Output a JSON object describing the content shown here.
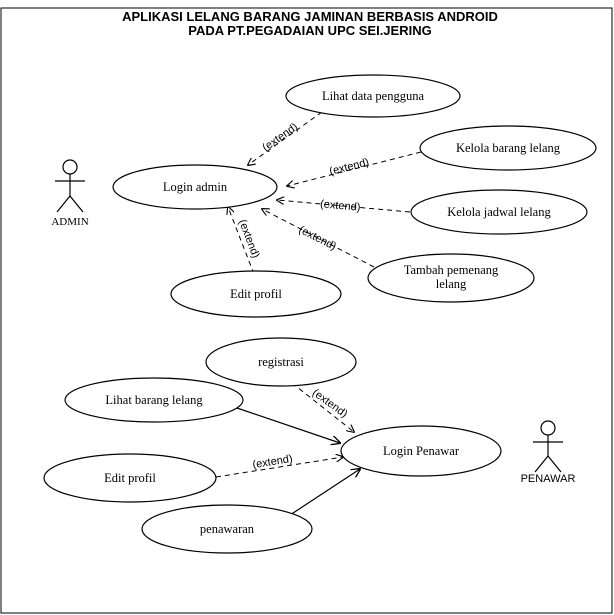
{
  "title": {
    "line1": "APLIKASI LELANG BARANG JAMINAN BERBASIS ANDROID",
    "line2": "PADA PT.PEGADAIAN UPC SEI.JERING"
  },
  "actors": {
    "admin": "ADMIN",
    "penawar": "PENAWAR"
  },
  "use_cases": {
    "login_admin": "Login admin",
    "lihat_data_pengguna": "Lihat data pengguna",
    "kelola_barang_lelang": "Kelola barang lelang",
    "kelola_jadwal_lelang": "Kelola jadwal lelang",
    "tambah_pemenang_1": "Tambah pemenang",
    "tambah_pemenang_2": "lelang",
    "edit_profil_admin": "Edit profil",
    "registrasi": "registrasi",
    "lihat_barang_lelang": "Lihat barang lelang",
    "login_penawar": "Login Penawar",
    "edit_profil_penawar": "Edit profil",
    "penawaran": "penawaran"
  },
  "relations": {
    "extend_label": "(extend)"
  }
}
